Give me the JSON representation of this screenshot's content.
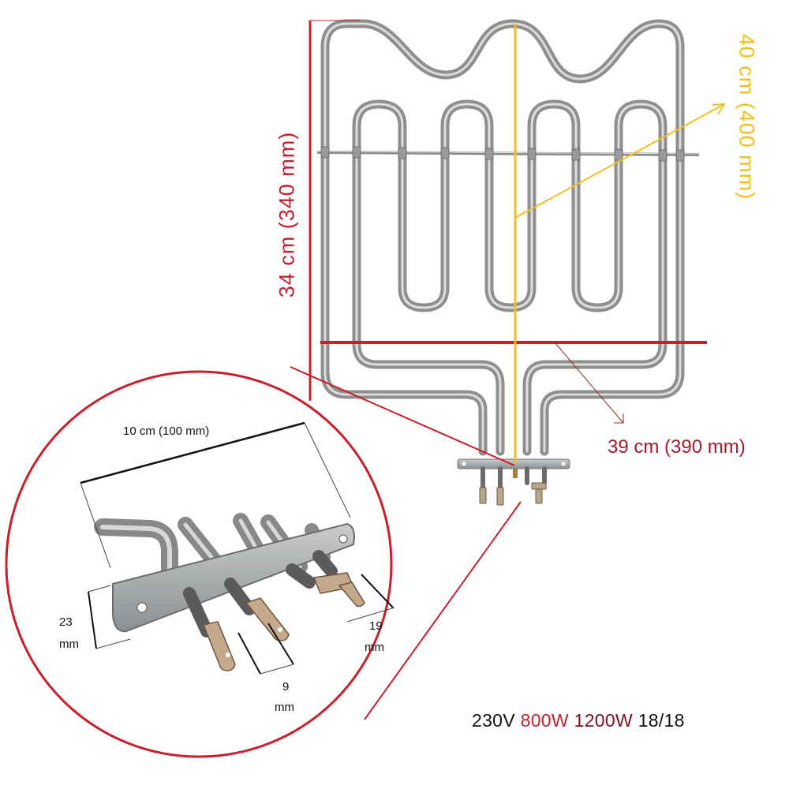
{
  "dimensions": {
    "height_label": "34 cm (340 mm)",
    "diagonal_label": "40 cm (400 mm)",
    "width_label": "39 cm (390 mm)",
    "terminal_plate_label": "10 cm (100 mm)",
    "plate_height_value": "23",
    "plate_height_unit": "mm",
    "tab_length_value": "19",
    "tab_length_unit": "mm",
    "tab_width_value": "9",
    "tab_width_unit": "mm"
  },
  "specs": {
    "voltage": "230V",
    "power_low": "800W",
    "power_high": "1200W",
    "thread": "18/18"
  },
  "colors": {
    "red_dimension": "#c8202a",
    "yellow_dimension": "#f0c020",
    "dark_red_text": "#a8182a",
    "spec_black": "#111111",
    "spec_red": "#c8202a",
    "spec_dark_red": "#7a1020",
    "metal": "#9c9c9c"
  }
}
